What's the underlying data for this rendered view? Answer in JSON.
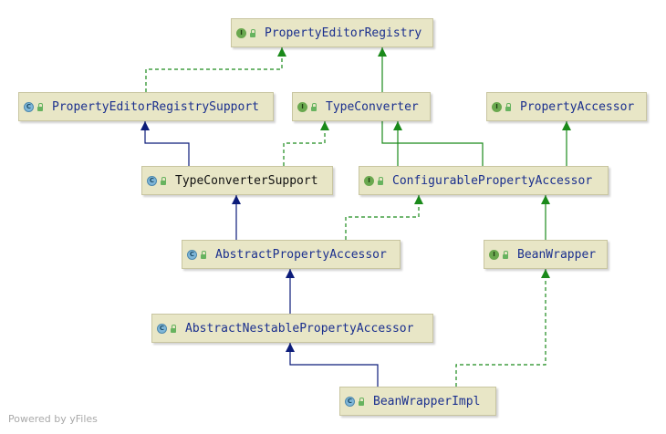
{
  "diagram": {
    "colors": {
      "node_fill": "#e8e6c6",
      "interface_edge": "#1a8a1a",
      "class_edge": "#0c1c7a",
      "interface_text": "#1a2f8e"
    },
    "nodes": [
      {
        "id": "PropertyEditorRegistry",
        "label": "PropertyEditorRegistry",
        "kind": "interface",
        "icon": "interface-icon"
      },
      {
        "id": "PropertyEditorRegistrySupport",
        "label": "PropertyEditorRegistrySupport",
        "kind": "class",
        "icon": "class-icon"
      },
      {
        "id": "TypeConverter",
        "label": "TypeConverter",
        "kind": "interface",
        "icon": "interface-icon"
      },
      {
        "id": "PropertyAccessor",
        "label": "PropertyAccessor",
        "kind": "interface",
        "icon": "interface-icon"
      },
      {
        "id": "TypeConverterSupport",
        "label": "TypeConverterSupport",
        "kind": "class",
        "icon": "class-icon"
      },
      {
        "id": "ConfigurablePropertyAccessor",
        "label": "ConfigurablePropertyAccessor",
        "kind": "interface",
        "icon": "interface-icon"
      },
      {
        "id": "AbstractPropertyAccessor",
        "label": "AbstractPropertyAccessor",
        "kind": "abstract-class",
        "icon": "abstract-class-icon"
      },
      {
        "id": "BeanWrapper",
        "label": "BeanWrapper",
        "kind": "interface",
        "icon": "interface-icon"
      },
      {
        "id": "AbstractNestablePropertyAccessor",
        "label": "AbstractNestablePropertyAccessor",
        "kind": "abstract-class",
        "icon": "abstract-class-icon"
      },
      {
        "id": "BeanWrapperImpl",
        "label": "BeanWrapperImpl",
        "kind": "class",
        "icon": "class-icon"
      }
    ],
    "edges": [
      {
        "from": "PropertyEditorRegistrySupport",
        "to": "PropertyEditorRegistry",
        "type": "implements"
      },
      {
        "from": "ConfigurablePropertyAccessor",
        "to": "PropertyEditorRegistry",
        "type": "extends-interface"
      },
      {
        "from": "TypeConverterSupport",
        "to": "PropertyEditorRegistrySupport",
        "type": "extends-class"
      },
      {
        "from": "TypeConverterSupport",
        "to": "TypeConverter",
        "type": "implements"
      },
      {
        "from": "ConfigurablePropertyAccessor",
        "to": "TypeConverter",
        "type": "extends-interface"
      },
      {
        "from": "ConfigurablePropertyAccessor",
        "to": "PropertyAccessor",
        "type": "extends-interface"
      },
      {
        "from": "AbstractPropertyAccessor",
        "to": "TypeConverterSupport",
        "type": "extends-class"
      },
      {
        "from": "AbstractPropertyAccessor",
        "to": "ConfigurablePropertyAccessor",
        "type": "implements"
      },
      {
        "from": "BeanWrapper",
        "to": "ConfigurablePropertyAccessor",
        "type": "extends-interface"
      },
      {
        "from": "AbstractNestablePropertyAccessor",
        "to": "AbstractPropertyAccessor",
        "type": "extends-class"
      },
      {
        "from": "BeanWrapperImpl",
        "to": "AbstractNestablePropertyAccessor",
        "type": "extends-class"
      },
      {
        "from": "BeanWrapperImpl",
        "to": "BeanWrapper",
        "type": "implements"
      }
    ]
  },
  "footer": {
    "text": "Powered by yFiles"
  }
}
